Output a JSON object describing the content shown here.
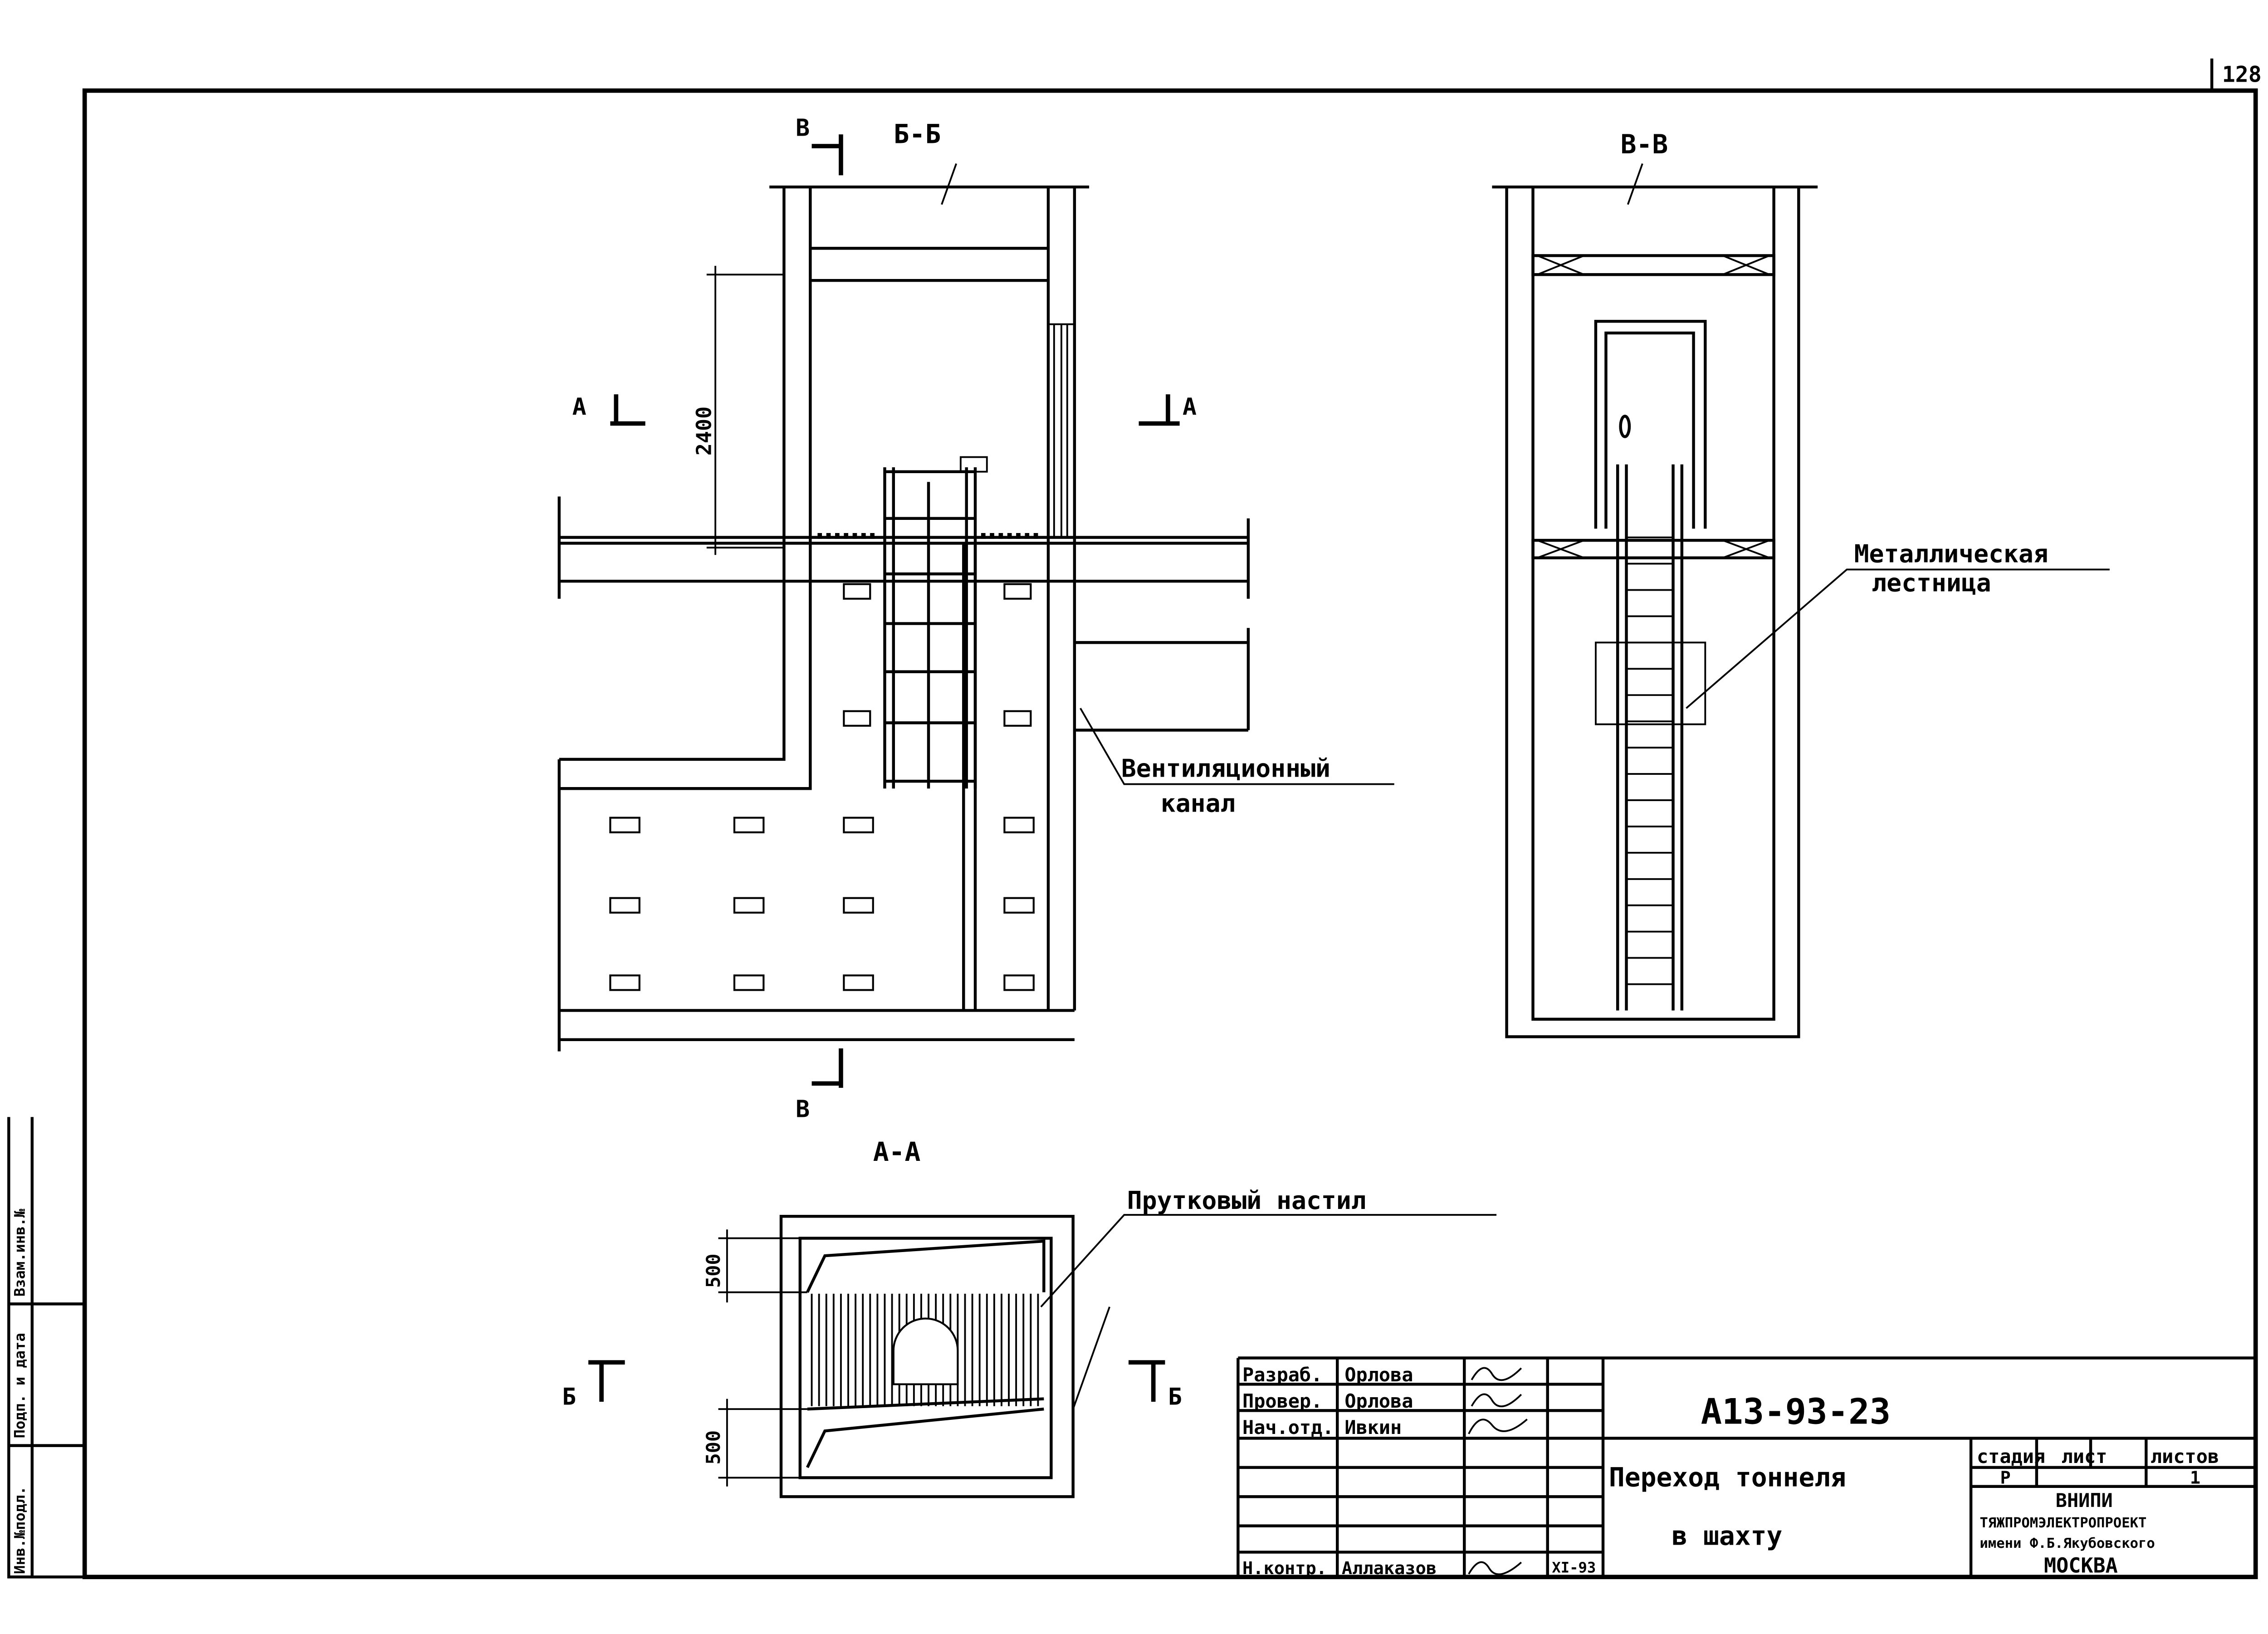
{
  "sheet_number": "128",
  "sections": {
    "bb_title": "Б-Б",
    "vv_title": "В-В",
    "aa_title": "А-А",
    "mark_a": "А",
    "mark_b": "Б",
    "mark_v": "В"
  },
  "dimensions": {
    "height": "2400",
    "top": "500",
    "bottom": "500"
  },
  "callouts": {
    "ventilation_1": "Вентиляционный",
    "ventilation_2": "канал",
    "ladder_1": "Металлическая",
    "ladder_2": "лестница",
    "deck": "Прутковый настил"
  },
  "side_stamp": {
    "inv": "Инв.№подл.",
    "sign": "Подп. и дата",
    "replace": "Взам.инв.№"
  },
  "title_block": {
    "rows": [
      {
        "role": "Разраб.",
        "name": "Орлова"
      },
      {
        "role": "Провер.",
        "name": "Орлова"
      },
      {
        "role": "Нач.отд.",
        "name": "Ивкин"
      },
      {
        "role": "Н.контр.",
        "name": "Аллаказов",
        "date": "XI-93"
      }
    ],
    "doc_code": "А13-93-23",
    "title_line1": "Переход тоннеля",
    "title_line2": "в шахту",
    "stage_label": "стадия",
    "sheet_label": "лист",
    "sheets_label": "листов",
    "stage": "Р",
    "sheets": "1",
    "org_1": "ВНИПИ",
    "org_2": "ТЯЖПРОМЭЛЕКТРОПРОЕКТ",
    "org_3": "имени Ф.Б.Якубовского",
    "org_4": "МОСКВА"
  }
}
